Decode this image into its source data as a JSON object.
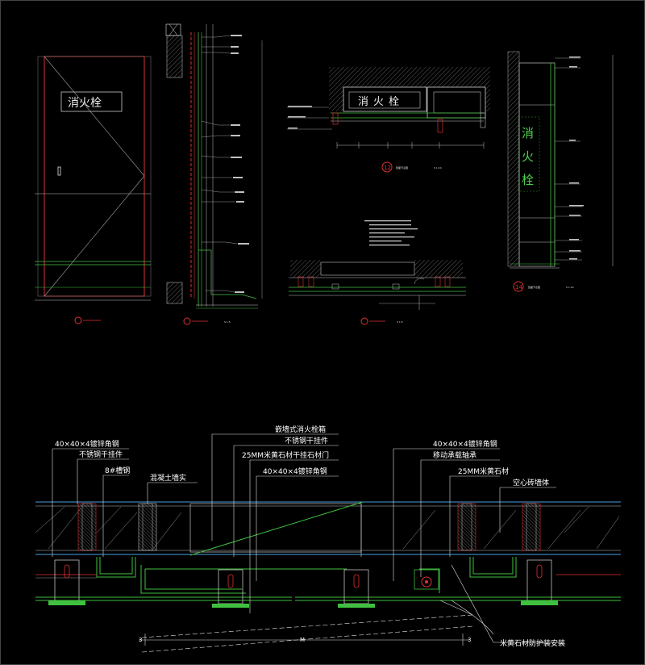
{
  "sign": {
    "xiaohuoshuan": "消火栓",
    "xiao": "消",
    "huo": "火",
    "shuan": "栓"
  },
  "callouts": {
    "c12": {
      "num": "12",
      "title": "剖面节点图",
      "scale": "S 1:10"
    },
    "c14": {
      "num": "14",
      "title": "剖面节点图",
      "scale": "S 1:10"
    },
    "scale_15": "S 1:5"
  },
  "plan_labels": {
    "steel_top_left": "40×40×4镀锌角钢",
    "ss_pendant": "不锈钢干挂件",
    "channel_8": "8#槽钢",
    "concrete": "混凝土墙实",
    "hydrant_box": "嵌墙式消火栓箱",
    "ss_pendant_2": "不锈钢干挂件",
    "stone_door": "25MM米黄石材干挂石材门",
    "steel_mid": "40×40×4镀锌角钢",
    "steel_right": "40×40×4镀锌角钢",
    "hinge": "移动承载轴承",
    "stone_right": "25MM米黄石材",
    "hollow_wall": "空心砖墙体",
    "door_protect": "米黄石材防护装安装"
  },
  "dims": {
    "d3_left": "3",
    "d_mid": "M",
    "d3_right": "3"
  }
}
